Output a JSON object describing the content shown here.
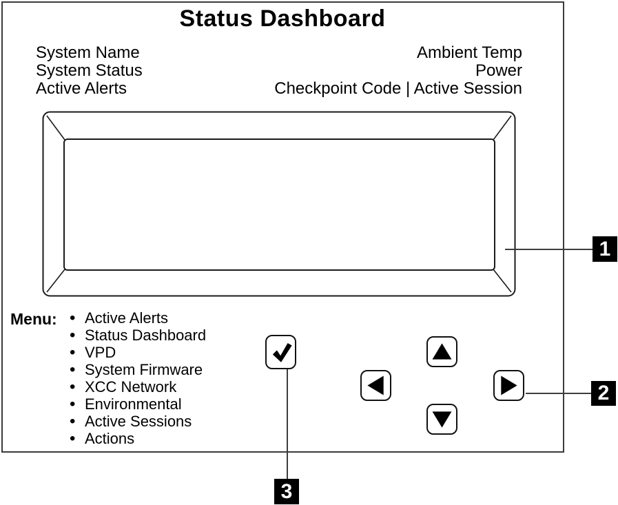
{
  "page": {
    "title": "Status Dashboard"
  },
  "header": {
    "left_labels": [
      "System Name",
      "System Status",
      "Active Alerts"
    ],
    "right_labels": [
      "Ambient Temp",
      "Power",
      "Checkpoint Code | Active Session"
    ]
  },
  "menu": {
    "label": "Menu:",
    "items": [
      "Active Alerts",
      "Status Dashboard",
      "VPD",
      "System Firmware",
      "XCC Network",
      "Environmental",
      "Active Sessions",
      "Actions"
    ]
  },
  "icons": {
    "bullet": "•"
  },
  "callouts": [
    "1",
    "2",
    "3"
  ],
  "colors": {
    "panel_border": "#3a3a3a",
    "lcd_stroke": "#1a1a1a",
    "callout_line": "#3d3d3d",
    "callout_bg": "#000000",
    "callout_text": "#ffffff",
    "button_border": "#111111",
    "glyph": "#000000"
  }
}
